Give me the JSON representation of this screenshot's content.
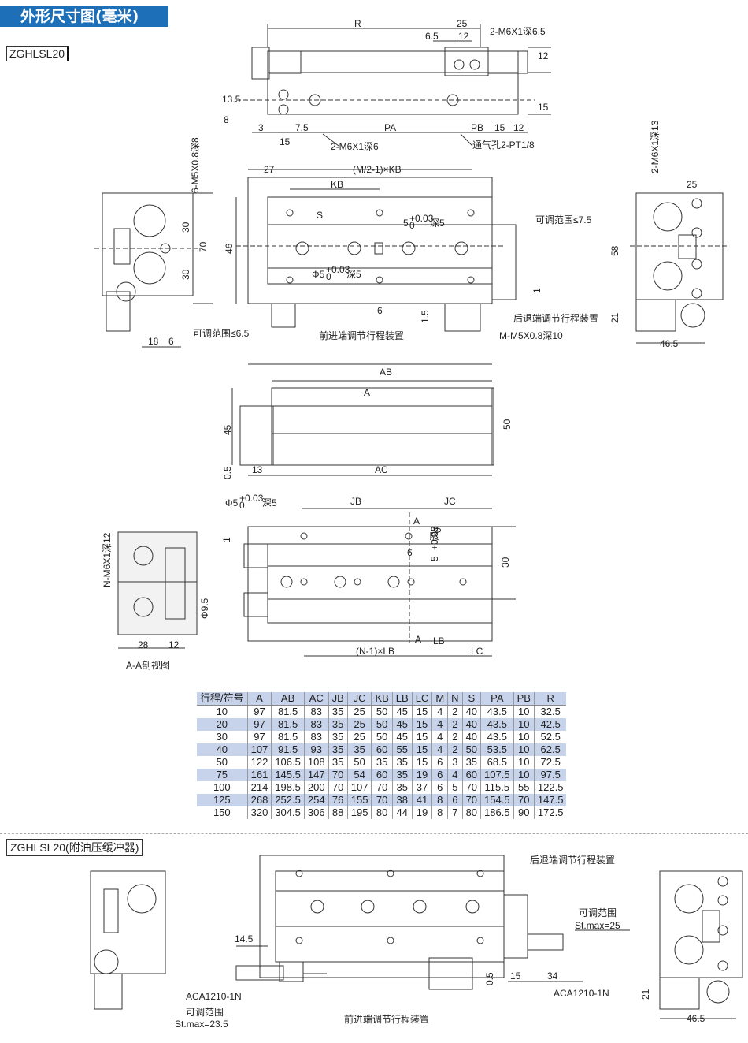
{
  "header": {
    "title": "外形尺寸图(毫米)",
    "model": "ZGHLSL20"
  },
  "top_view": {
    "dims": [
      "R",
      "25",
      "6.5",
      "12",
      "2-M6X1深6.5",
      "12",
      "13.5",
      "8",
      "15",
      "3",
      "7.5",
      "PA",
      "PB",
      "15",
      "12",
      "15",
      "2-M6X1深6",
      "通气孔2-PT1/8"
    ]
  },
  "left_view": {
    "dims": [
      "6-M5X0.8深8",
      "30",
      "70",
      "30",
      "18",
      "6",
      "可调范围≤6.5"
    ]
  },
  "front_view": {
    "dims": [
      "27",
      "(M/2-1)×KB",
      "KB",
      "S",
      "5",
      "+0.03",
      "0",
      "深5",
      "46",
      "Φ5",
      "+0.03",
      "0",
      "深5",
      "6",
      "1.5",
      "可调范围≤7.5",
      "1",
      "后退端调节行程装置",
      "M-M5X0.8深10",
      "前进端调节行程装置"
    ]
  },
  "right_view": {
    "dims": [
      "2-M6X1深13",
      "25",
      "58",
      "21",
      "46.5"
    ]
  },
  "bottom_view": {
    "dims": [
      "AB",
      "A",
      "45",
      "50",
      "0.5",
      "13",
      "AC"
    ]
  },
  "section_view": {
    "dims": [
      "N-M6X1深12",
      "Φ9.5",
      "28",
      "12",
      "A-A剖视图"
    ]
  },
  "side_view": {
    "dims": [
      "Φ5",
      "+0.03",
      "0",
      "深5",
      "JB",
      "JC",
      "A",
      "1",
      "6",
      "5",
      "+0.03",
      "0",
      "深5",
      "30",
      "A",
      "LB",
      "(N-1)×LB",
      "LC"
    ]
  },
  "table": {
    "headers": [
      "行程/符号",
      "A",
      "AB",
      "AC",
      "JB",
      "JC",
      "KB",
      "LB",
      "LC",
      "M",
      "N",
      "S",
      "PA",
      "PB",
      "R"
    ],
    "rows": [
      [
        "10",
        "97",
        "81.5",
        "83",
        "35",
        "25",
        "50",
        "45",
        "15",
        "4",
        "2",
        "40",
        "43.5",
        "10",
        "32.5"
      ],
      [
        "20",
        "97",
        "81.5",
        "83",
        "35",
        "25",
        "50",
        "45",
        "15",
        "4",
        "2",
        "40",
        "43.5",
        "10",
        "42.5"
      ],
      [
        "30",
        "97",
        "81.5",
        "83",
        "35",
        "25",
        "50",
        "45",
        "15",
        "4",
        "2",
        "40",
        "43.5",
        "10",
        "52.5"
      ],
      [
        "40",
        "107",
        "91.5",
        "93",
        "35",
        "35",
        "60",
        "55",
        "15",
        "4",
        "2",
        "50",
        "53.5",
        "10",
        "62.5"
      ],
      [
        "50",
        "122",
        "106.5",
        "108",
        "35",
        "50",
        "35",
        "35",
        "15",
        "6",
        "3",
        "35",
        "68.5",
        "10",
        "72.5"
      ],
      [
        "75",
        "161",
        "145.5",
        "147",
        "70",
        "54",
        "60",
        "35",
        "19",
        "6",
        "4",
        "60",
        "107.5",
        "10",
        "97.5"
      ],
      [
        "100",
        "214",
        "198.5",
        "200",
        "70",
        "107",
        "70",
        "35",
        "37",
        "6",
        "5",
        "70",
        "115.5",
        "55",
        "122.5"
      ],
      [
        "125",
        "268",
        "252.5",
        "254",
        "76",
        "155",
        "70",
        "38",
        "41",
        "8",
        "6",
        "70",
        "154.5",
        "70",
        "147.5"
      ],
      [
        "150",
        "320",
        "304.5",
        "306",
        "88",
        "195",
        "80",
        "44",
        "19",
        "8",
        "7",
        "80",
        "186.5",
        "90",
        "172.5"
      ]
    ],
    "shaded_rows": [
      1,
      3,
      5,
      7
    ]
  },
  "buffer_section": {
    "model": "ZGHLSL20(附油压缓冲器)",
    "dims": [
      "后退端调节行程装置",
      "可调范围",
      "St.max=25",
      "14.5",
      "0.5",
      "15",
      "34",
      "ACA1210-1N",
      "ACA1210-1N",
      "可调范围",
      "St.max=23.5",
      "前进端调节行程装置",
      "21",
      "46.5"
    ]
  }
}
